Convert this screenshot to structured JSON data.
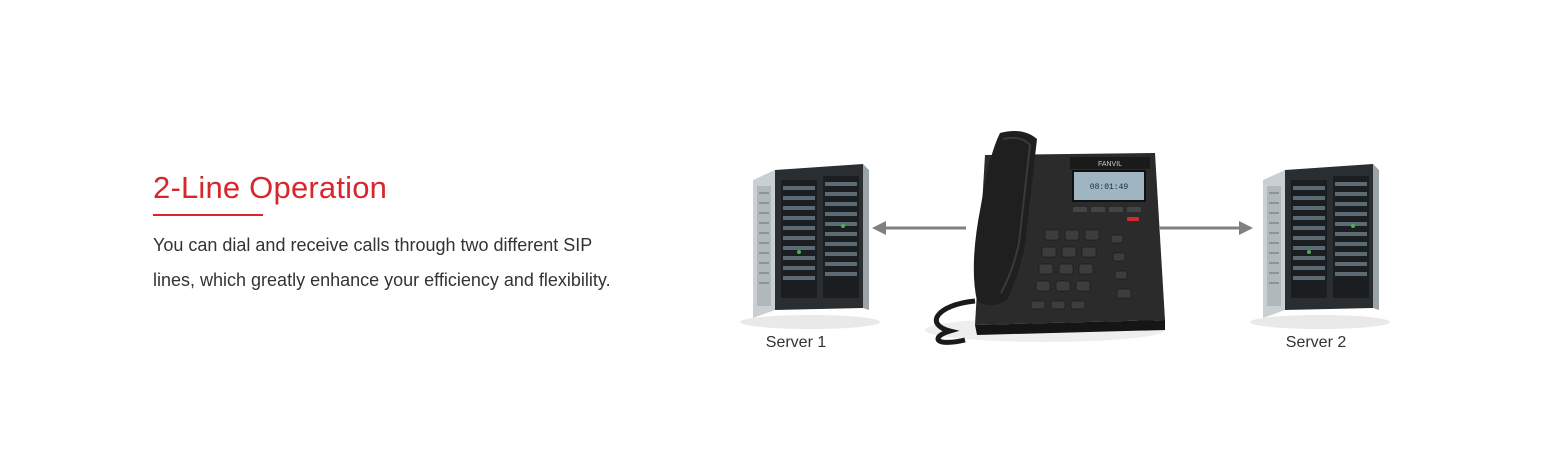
{
  "feature": {
    "title": "2-Line Operation",
    "description": "You can dial and receive calls through two different SIP lines, which greatly enhance your efficiency and flexibility."
  },
  "diagram": {
    "server_left_label": "Server 1",
    "server_right_label": "Server 2",
    "phone_brand": "FANVIL",
    "phone_screen_time": "08:01:49"
  },
  "colors": {
    "accent": "#d7262c",
    "text": "#333333",
    "arrow": "#808080"
  }
}
